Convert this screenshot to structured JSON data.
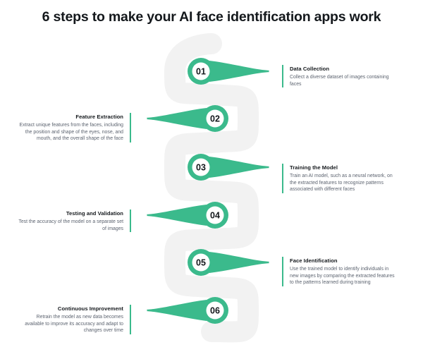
{
  "title": "6 steps to make your AI face identification apps work",
  "colors": {
    "accent": "#3BBA8C",
    "ribbon": "#F2F2F2",
    "heading": "#14181c",
    "body": "#5d6470",
    "background": "#ffffff"
  },
  "steps": [
    {
      "number": "01",
      "side": "right",
      "heading": "Data Collection",
      "description": "Collect a diverse dataset of images containing faces"
    },
    {
      "number": "02",
      "side": "left",
      "heading": "Feature Extraction",
      "description": "Extract unique features from the faces, including the position and shape of the eyes, nose, and mouth, and the overall shape of the face"
    },
    {
      "number": "03",
      "side": "right",
      "heading": "Training the Model",
      "description": "Train an AI model, such as a neural network, on the extracted features to recognize patterns associated with different faces"
    },
    {
      "number": "04",
      "side": "left",
      "heading": "Testing and Validation",
      "description": "Test the accuracy of the model on a separate set of images"
    },
    {
      "number": "05",
      "side": "right",
      "heading": "Face Identification",
      "description": "Use the trained model to identify individuals in new images by comparing the extracted features to the patterns learned during training"
    },
    {
      "number": "06",
      "side": "left",
      "heading": "Continuous Improvement",
      "description": "Retrain the model as new data becomes available to improve its accuracy and adapt to changes over time"
    }
  ]
}
